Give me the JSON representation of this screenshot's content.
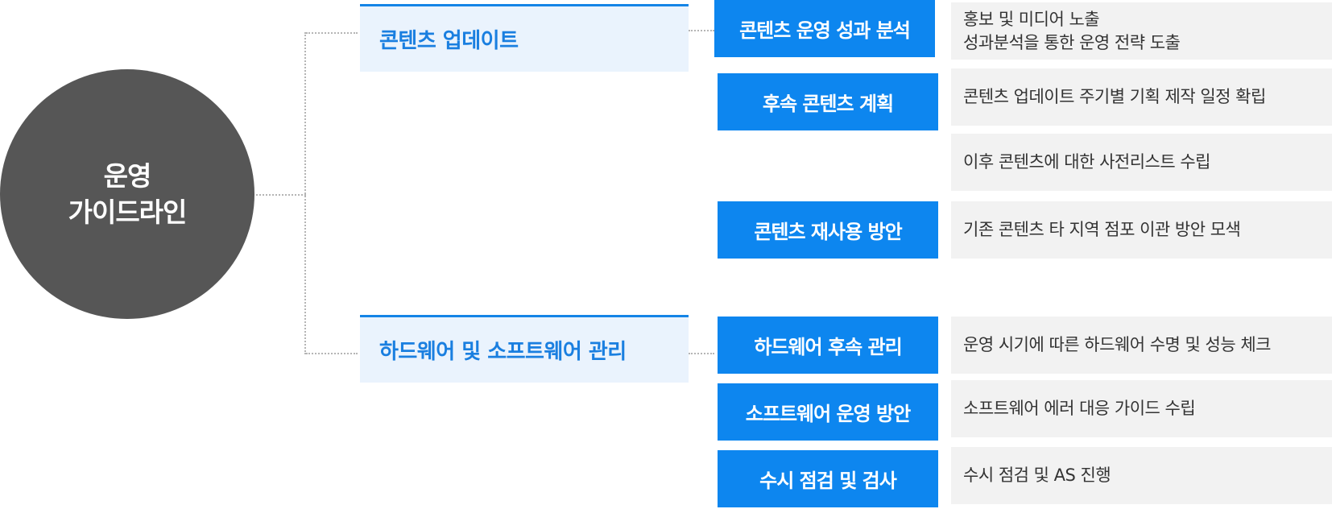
{
  "root": {
    "line1": "운영",
    "line2": "가이드라인"
  },
  "categories": [
    {
      "title": "콘텐츠 업데이트",
      "items": [
        {
          "label": "콘텐츠 운영 성과 분석",
          "desc": [
            "홍보 및 미디어 노출",
            "성과분석을 통한 운영 전략 도출"
          ]
        },
        {
          "label": "후속 콘텐츠 계획",
          "desc": [
            "콘텐츠 업데이트 주기별 기획 제작 일정 확립"
          ]
        },
        {
          "label": "",
          "desc": [
            "이후 콘텐츠에 대한 사전리스트 수립"
          ]
        },
        {
          "label": "콘텐츠 재사용 방안",
          "desc": [
            "기존 콘텐츠 타 지역 점포 이관 방안 모색"
          ]
        }
      ]
    },
    {
      "title": "하드웨어 및 소프트웨어 관리",
      "items": [
        {
          "label": "하드웨어 후속 관리",
          "desc": [
            "운영 시기에 따른 하드웨어 수명 및 성능 체크"
          ]
        },
        {
          "label": "소프트웨어 운영 방안",
          "desc": [
            "소프트웨어 에러 대응 가이드 수립"
          ]
        },
        {
          "label": "수시 점검 및 검사",
          "desc": [
            "수시 점검 및 AS 진행"
          ]
        }
      ]
    }
  ]
}
